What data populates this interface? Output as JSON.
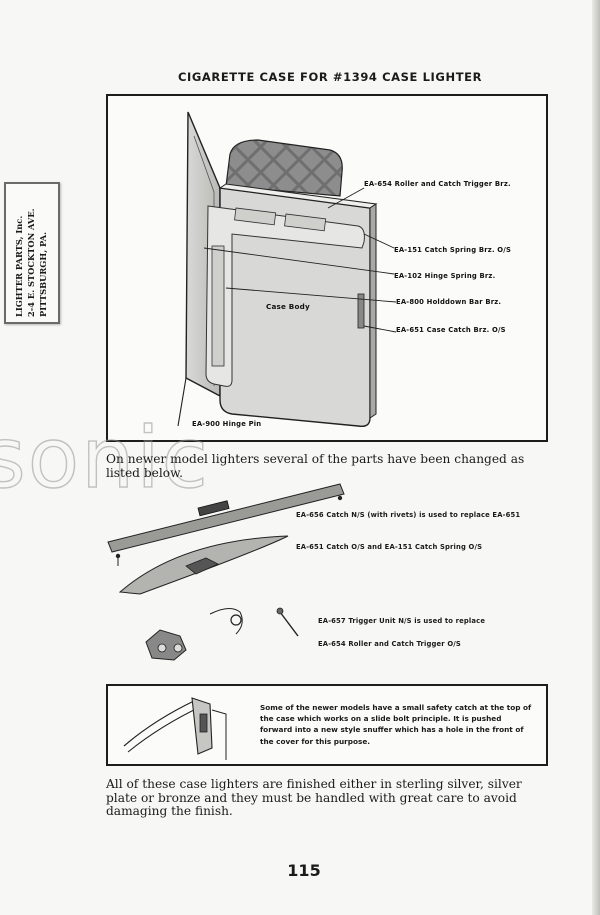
{
  "page": {
    "title": "CIGARETTE CASE FOR #1394 CASE LIGHTER",
    "number": "115"
  },
  "stamp": {
    "lines": [
      "LIGHTER PARTS, Inc.",
      "2-4 E. STOCKTON AVE.",
      "PITTSBURGH, PA."
    ]
  },
  "watermark": {
    "text": "sonic"
  },
  "main_figure": {
    "callouts": {
      "roller": "EA-654 Roller and Catch Trigger Brz.",
      "catch_spring": "EA-151 Catch Spring Brz. O/S",
      "hinge_spring": "EA-102 Hinge Spring Brz.",
      "holddown": "EA-800 Holddown Bar Brz.",
      "case_catch": "EA-651 Case Catch Brz. O/S",
      "case_body": "Case Body",
      "hinge_pin": "EA-900 Hinge Pin"
    }
  },
  "intro_text": "On newer model lighters several of the parts have been changed as listed below.",
  "parts": {
    "catch_ns": "EA-656 Catch N/S (with rivets) is used to replace EA-651",
    "catch_os": "EA-651 Catch O/S and EA-151 Catch Spring O/S",
    "trigger_ns": "EA-657 Trigger Unit N/S is used to replace",
    "roller_os": "EA-654 Roller and Catch Trigger O/S"
  },
  "note": {
    "text": "Some of the newer models have a small safety catch at the top of the case which works on a slide bolt principle. It is pushed forward into a new style snuffer which has a hole in the front of the cover for this purpose."
  },
  "closing_text": "All of these case lighters are finished either in sterling silver, silver plate or bronze and they must be handled with great care to avoid damaging the finish."
}
